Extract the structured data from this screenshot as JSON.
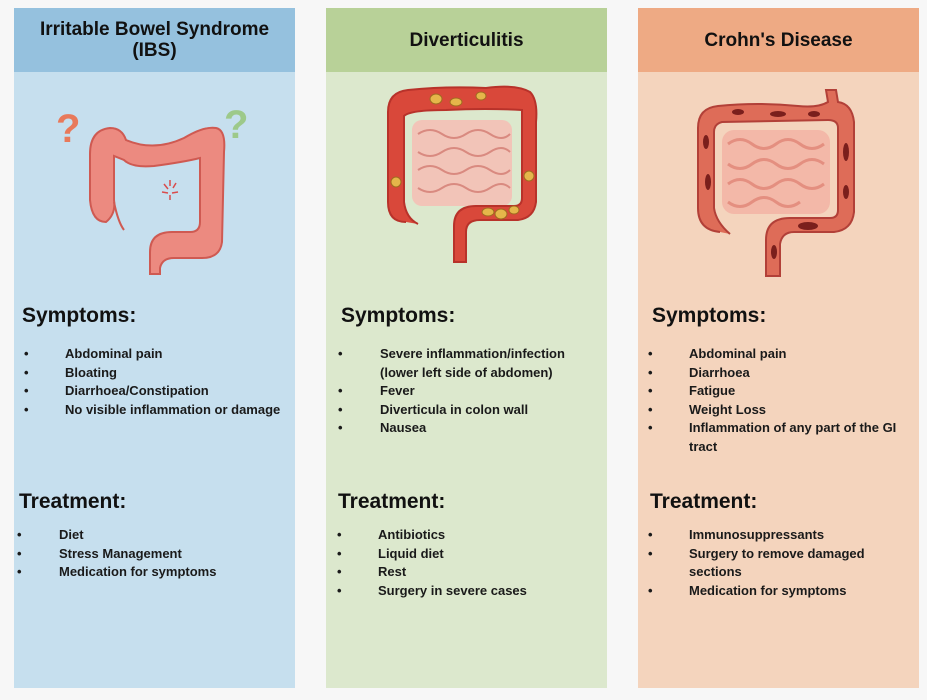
{
  "panels": [
    {
      "id": "ibs",
      "title": "Irritable Bowel Syndrome (IBS)",
      "title_line1": "Irritable Bowel Syndrome",
      "title_line2": "(IBS)",
      "header_color": "#95c1de",
      "body_color": "#c6dfee",
      "illustration": "colon-with-question-marks-illustration",
      "symptoms_label": "Symptoms:",
      "symptoms": [
        "Abdominal pain",
        "Bloating",
        "Diarrhoea/Constipation",
        "No visible inflammation or damage"
      ],
      "treatment_label": "Treatment:",
      "treatment": [
        "Diet",
        "Stress Management",
        "Medication for symptoms"
      ]
    },
    {
      "id": "diverticulitis",
      "title": "Diverticulitis",
      "header_color": "#b8d198",
      "body_color": "#dce8cd",
      "illustration": "inflamed-colon-with-diverticula-illustration",
      "symptoms_label": "Symptoms:",
      "symptoms": [
        "Severe inflammation/infection (lower left side  of abdomen)",
        "Fever",
        "Diverticula in colon wall",
        "Nausea"
      ],
      "symptoms_lines": [
        [
          "Severe inflammation/infection",
          "(lower left side  of abdomen)"
        ],
        [
          "Fever"
        ],
        [
          "Diverticula in colon wall"
        ],
        [
          "Nausea"
        ]
      ],
      "treatment_label": "Treatment:",
      "treatment": [
        "Antibiotics",
        "Liquid diet",
        "Rest",
        "Surgery in severe cases"
      ]
    },
    {
      "id": "crohns",
      "title": "Crohn's Disease",
      "header_color": "#eeaa84",
      "body_color": "#f4d4bd",
      "illustration": "colon-with-patchy-inflammation-illustration",
      "symptoms_label": "Symptoms:",
      "symptoms": [
        "Abdominal pain",
        "Diarrhoea",
        "Fatigue",
        "Weight Loss",
        "Inflammation of any part of the GI tract"
      ],
      "treatment_label": "Treatment:",
      "treatment": [
        "Immunosuppressants",
        "Surgery to remove damaged sections",
        "Medication for symptoms"
      ]
    }
  ],
  "bullet": "•"
}
